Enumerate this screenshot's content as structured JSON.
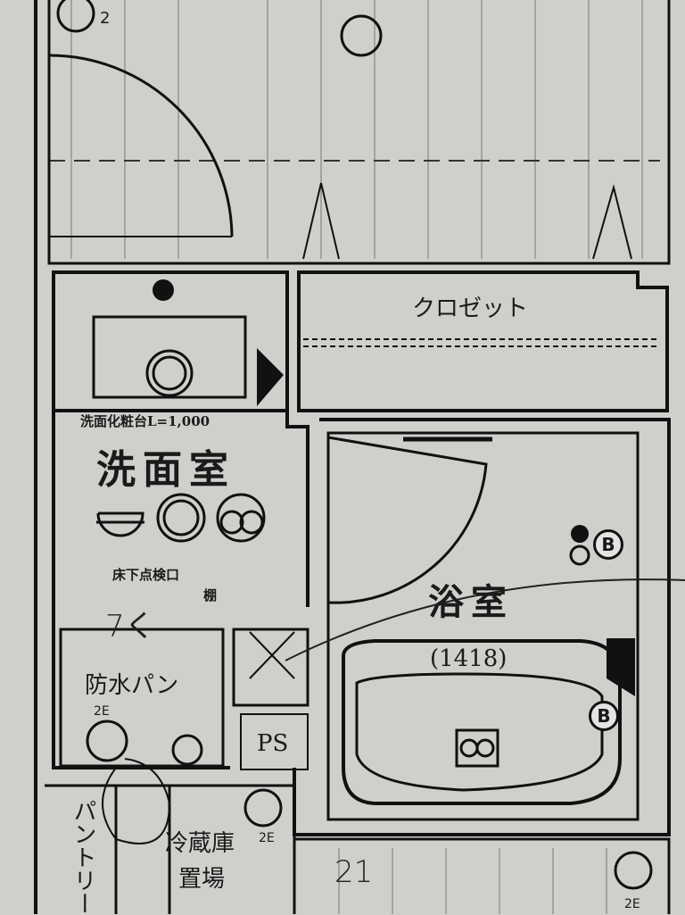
{
  "plan": {
    "room_upper_label": "2",
    "closet": "クロゼット",
    "vanity_note": "洗面化粧台L=1,000",
    "washroom": "洗面室",
    "floor_hatch": "床下点検口",
    "shelf": "棚",
    "waterproof_pan": "防水パン",
    "outlet_2e_a": "2E",
    "pipe_space": "PS",
    "bathroom": "浴室",
    "bath_size": "(1418)",
    "badge_b1": "B",
    "badge_b2": "B",
    "pantry": "パントリー",
    "fridge": "冷蔵庫",
    "fridge_place": "置場",
    "outlet_2e_b": "2E",
    "outlet_2e_c": "2E",
    "handwritten_note_1": "7く",
    "handwritten_note_2": "21"
  }
}
